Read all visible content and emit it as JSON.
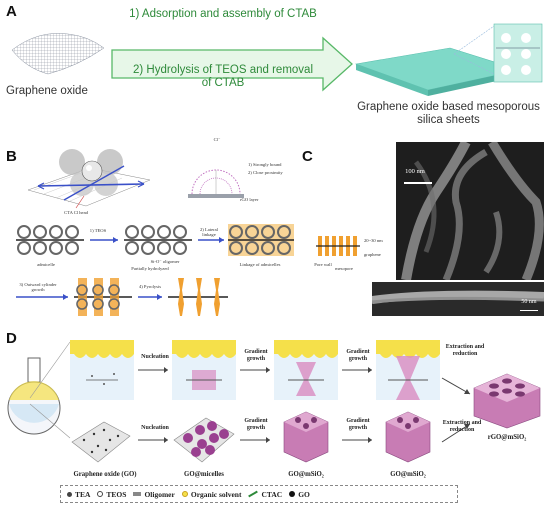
{
  "panel_a": {
    "letter": "A",
    "left_label": "Graphene oxide",
    "step1": "1) Adsorption and assembly of CTAB",
    "step2": "2) Hydrolysis of TEOS and removal of CTAB",
    "right_label": "Graphene oxide based mesoporous silica sheets"
  },
  "panel_b": {
    "letter": "B",
    "ctab_head": "CTA Cl head",
    "cl": "Cl⁻",
    "strongly": "1) Strongly bound",
    "close": "2) Close proximity",
    "rgo": "rGO layer",
    "admicelle": "admicelle",
    "teos": "1) TEOS",
    "oligomer": "Si-O⁻ oligomer",
    "partially": "Partially hydrolyzed",
    "lateral": "2) Lateral linkage",
    "linkage": "Linkage of admicelles",
    "outward": "3) Outward cylinder growth",
    "pyrolysis": "4) Pyrolysis"
  },
  "panel_c": {
    "letter": "C",
    "scale1": "100 nm",
    "scale2": "50 nm",
    "thick": "20~30 nm",
    "pore": "Pore wall",
    "meso": "mesopore",
    "graphene": "graphene"
  },
  "panel_d": {
    "letter": "D",
    "nucleation": "Nucleation",
    "gradient": "Gradient growth",
    "extraction": "Extraction and reduction",
    "go_label": "Graphene oxide (GO)",
    "go_micelles": "GO@micelles",
    "go_msio2_a": "GO@mSiO₂",
    "go_msio2_b": "GO@mSiO₂",
    "rgo_msio2": "rGO@mSiO₂",
    "legend": [
      "TEA",
      "TEOS",
      "Oligomer",
      "Organic solvent",
      "CTAC",
      "GO"
    ]
  },
  "colors": {
    "green_text": "#2e8a3a",
    "teal_sheet": "#7fd9c8",
    "yellow": "#f5e04a",
    "orange": "#f0a030",
    "pink": "#d98bc0",
    "purple": "#b070a8",
    "blue_arrow": "#3a50c8"
  }
}
